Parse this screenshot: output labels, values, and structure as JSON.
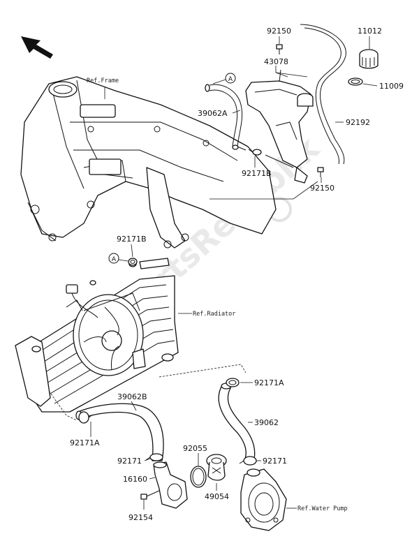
{
  "watermark": "PartsRepublik",
  "callouts": [
    "A",
    "A"
  ],
  "refs": {
    "frame": "Ref.Frame",
    "radiator": "Ref.Radiator",
    "water_pump": "Ref.Water Pump"
  },
  "parts": {
    "p92150_top": "92150",
    "p11012": "11012",
    "p43078": "43078",
    "p11009": "11009",
    "p39062A": "39062A",
    "p92192": "92192",
    "p92171B_top": "92171B",
    "p92150_mid": "92150",
    "p92171B_mid": "92171B",
    "p92171A_right": "92171A",
    "p39062B": "39062B",
    "p39062": "39062",
    "p92171A_left": "92171A",
    "p92055": "92055",
    "p92171_left": "92171",
    "p92171_right": "92171",
    "p16160": "16160",
    "p49054": "49054",
    "p92154": "92154"
  }
}
